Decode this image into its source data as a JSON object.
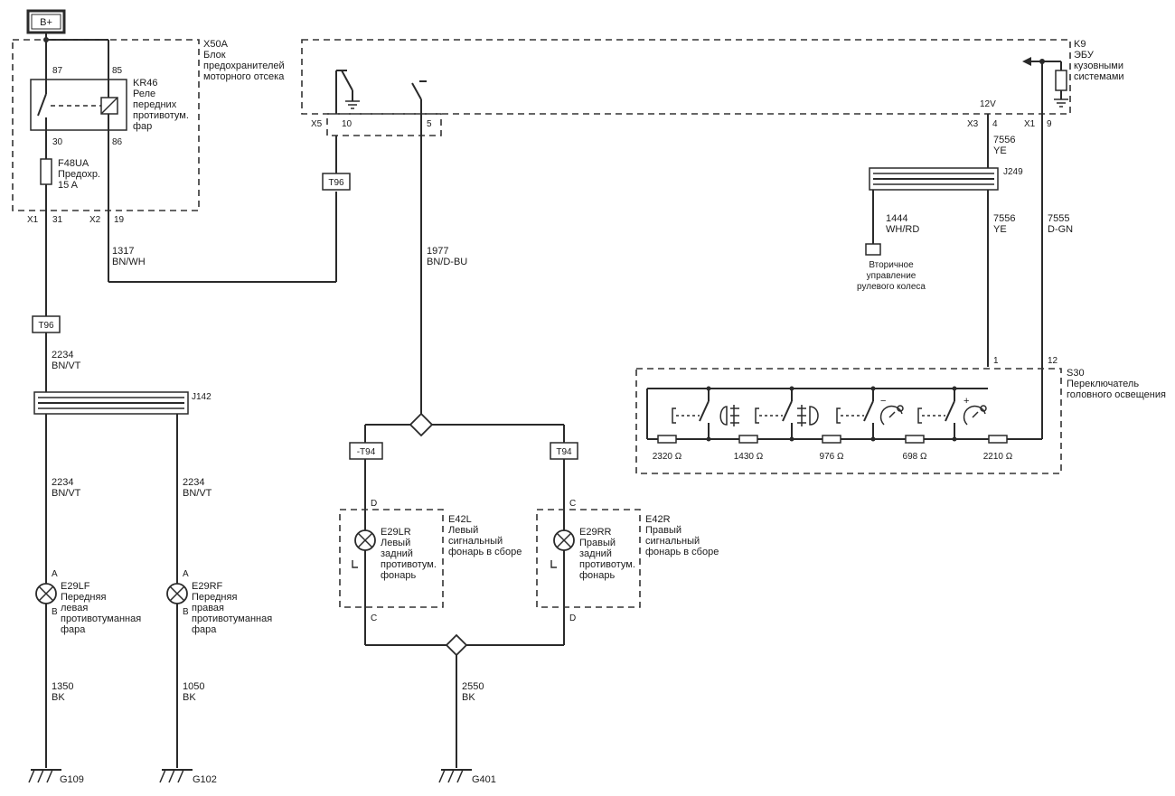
{
  "battery": {
    "label": "B+"
  },
  "x50a": {
    "id": "X50A",
    "desc": [
      "Блок",
      "предохранителей",
      "моторного отсека"
    ]
  },
  "kr46": {
    "id": "KR46",
    "desc": [
      "Реле",
      "передних",
      "противотум.",
      "фар"
    ],
    "pins": {
      "p87": "87",
      "p85": "85",
      "p30": "30",
      "p86": "86"
    }
  },
  "f48ua": {
    "id": "F48UA",
    "desc": [
      "Предохр.",
      "15 A"
    ]
  },
  "x50a_conn": {
    "x1": "X1",
    "x1_pin": "31",
    "x2": "X2",
    "x2_pin": "19"
  },
  "k9": {
    "id": "K9",
    "desc": [
      "ЭБУ",
      "кузовными",
      "системами"
    ],
    "voltage": "12V",
    "x3": "X3",
    "x3_pin": "4",
    "x1": "X1",
    "x1_pin": "9",
    "x5": "X5",
    "x5_pin10": "10",
    "x5_pin5": "5"
  },
  "wires": {
    "w1317": [
      "1317",
      "BN/WH"
    ],
    "w1977": [
      "1977",
      "BN/D-BU"
    ],
    "w2234a": [
      "2234",
      "BN/VT"
    ],
    "w2234b": [
      "2234",
      "BN/VT"
    ],
    "w2234c": [
      "2234",
      "BN/VT"
    ],
    "w7556a": [
      "7556",
      "YE"
    ],
    "w7556b": [
      "7556",
      "YE"
    ],
    "w1444": [
      "1444",
      "WH/RD"
    ],
    "w7555": [
      "7555",
      "D-GN"
    ],
    "w1350": [
      "1350",
      "BK"
    ],
    "w1050": [
      "1050",
      "BK"
    ],
    "w2550": [
      "2550",
      "BK"
    ]
  },
  "tags": {
    "t96_top": "T96",
    "t96_left": "T96",
    "t94_left": "-T94",
    "t94_right": "T94"
  },
  "junctions": {
    "j249": "J249",
    "j142": "J142"
  },
  "secondary_steering": [
    "Вторичное",
    "управление",
    "рулевого колеса"
  ],
  "s30": {
    "id": "S30",
    "desc": [
      "Переключатель",
      "головного освещения"
    ],
    "pin1": "1",
    "pin12": "12",
    "resistors": [
      "2320 Ω",
      "1430 Ω",
      "976 Ω",
      "698 Ω",
      "2210 Ω"
    ],
    "minus": "−",
    "plus": "+"
  },
  "e42l": {
    "id": "E42L",
    "desc": [
      "Левый",
      "сигнальный",
      "фонарь в сборе"
    ],
    "pin_top": "D",
    "pin_bottom": "C"
  },
  "e29lr": {
    "id": "E29LR",
    "desc": [
      "Левый",
      "задний",
      "противотум.",
      "фонарь"
    ]
  },
  "e42r": {
    "id": "E42R",
    "desc": [
      "Правый",
      "сигнальный",
      "фонарь в сборе"
    ],
    "pin_top": "C",
    "pin_bottom": "D"
  },
  "e29rr": {
    "id": "E29RR",
    "desc": [
      "Правый",
      "задний",
      "противотум.",
      "фонарь"
    ]
  },
  "e29lf": {
    "id": "E29LF",
    "desc": [
      "Передняя",
      "левая",
      "противотуманная",
      "фара"
    ],
    "pin_a": "A",
    "pin_b": "B"
  },
  "e29rf": {
    "id": "E29RF",
    "desc": [
      "Передняя",
      "правая",
      "противотуманная",
      "фара"
    ],
    "pin_a": "A",
    "pin_b": "B"
  },
  "grounds": {
    "g109": "G109",
    "g102": "G102",
    "g401": "G401"
  }
}
